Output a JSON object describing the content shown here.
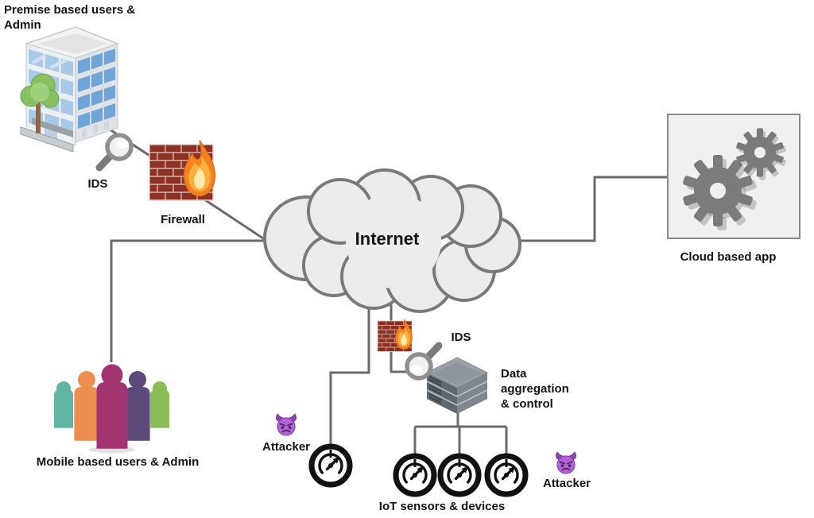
{
  "diagram_title": "IoT / cloud network security diagram",
  "labels": {
    "premise_line1": "Premise based users &",
    "premise_line2": "Admin",
    "ids_top": "IDS",
    "firewall": "Firewall",
    "internet": "Internet",
    "cloud_app": "Cloud based app",
    "mobile_users": "Mobile based users & Admin",
    "attacker_left": "Attacker",
    "ids_bottom": "IDS",
    "data_agg_line1": "Data",
    "data_agg_line2": "aggregation",
    "data_agg_line3": "& control",
    "attacker_right": "Attacker",
    "iot": "IoT sensors & devices"
  },
  "icons": {
    "premise_users": "office-building-icon",
    "ids": "magnifier-icon",
    "firewall": "brick-wall-flame-icon",
    "internet": "cloud-shape",
    "cloud_app": "gears-icon",
    "mobile_users": "people-group-icon",
    "attacker": "devil-face-icon",
    "data_aggregation": "server-stack-icon",
    "iot_sensor": "gauge-icon"
  },
  "connections": [
    {
      "from": "premise-building",
      "to": "ids-premise"
    },
    {
      "from": "ids-premise",
      "to": "firewall-premise"
    },
    {
      "from": "firewall-premise",
      "to": "internet"
    },
    {
      "from": "internet",
      "to": "mobile-users"
    },
    {
      "from": "internet",
      "to": "cloud-app"
    },
    {
      "from": "internet",
      "to": "iot-gauge-standalone"
    },
    {
      "from": "internet",
      "to": "firewall-iot"
    },
    {
      "from": "firewall-iot",
      "to": "data-aggregation"
    },
    {
      "from": "data-aggregation",
      "to": "iot-gauge-1"
    },
    {
      "from": "data-aggregation",
      "to": "iot-gauge-2"
    },
    {
      "from": "data-aggregation",
      "to": "iot-gauge-3"
    }
  ],
  "colors": {
    "connector_line": "#6b6b6b",
    "cloud_fill": "#ececec",
    "cloud_stroke": "#7a7a7a",
    "brick": "#8e2f23",
    "mortar": "#c9a49a",
    "flame_outer": "#f58220",
    "flame_mid": "#fbaf3f",
    "flame_inner": "#ffe9ad",
    "gear": "#7b7b7b",
    "app_box_fill": "#f0f0f0",
    "server_top": "#9aa1a8",
    "server_left": "#5f6770",
    "server_right": "#7e868e",
    "gauge": "#111111",
    "devil_face": "#b165d8",
    "people": [
      "#5fb4a2",
      "#ec8f4e",
      "#a23471",
      "#5b4a7a",
      "#8bbd56"
    ],
    "building_window_front": "#a9c9e8",
    "building_window_side": "#6fa5d8",
    "text": "#141414"
  }
}
